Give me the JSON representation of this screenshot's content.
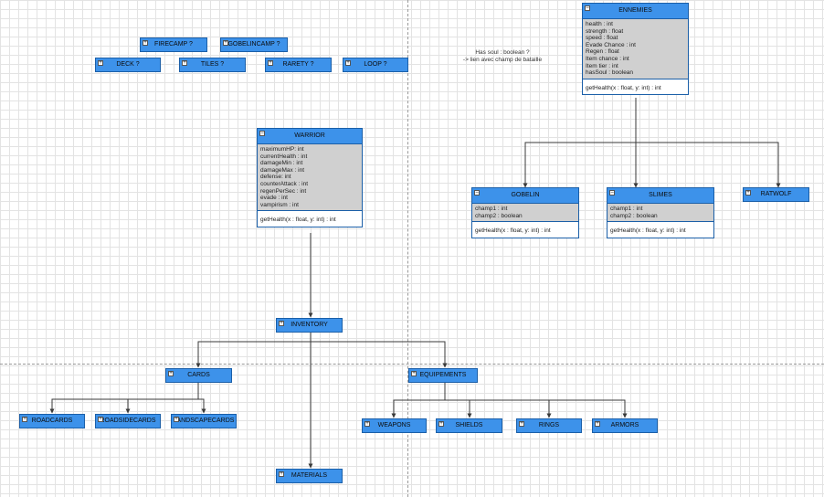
{
  "boxes": {
    "firecamp": "FIRECAMP ?",
    "gobelincamp": "GOBELINCAMP ?",
    "deck": "DECK ?",
    "tiles": "TILES ?",
    "rarety": "RARETY ?",
    "loop": "LOOP ?",
    "inventory": "INVENTORY",
    "cards": "CARDS",
    "equipements": "EQUIPEMENTS",
    "roadcards": "ROADCARDS",
    "roadsidecards": "ROADSIDECARDS",
    "landscapecards": "LANDSCAPECARDS",
    "weapons": "WEAPONS",
    "shields": "SHIELDS",
    "rings": "RINGS",
    "armors": "ARMORS",
    "materials": "MATERIALS",
    "ratwolf": "RATWOLF"
  },
  "note": {
    "line1": "Has soul : boolean ?",
    "line2": "-> lien avec champ de bataille"
  },
  "warrior": {
    "title": "WARRIOR",
    "attributes": [
      "maximumHP: int",
      "currentHealth : int",
      "damageMin : int",
      "damageMax : int",
      "defense: int",
      "counterAttack : int",
      "regenPerSec : int",
      "evade : int",
      "vampirism : int"
    ],
    "operation": "getHealth(x : float, y: int) : int"
  },
  "ennemies": {
    "title": "ENNEMIES",
    "attributes": [
      "health : int",
      "strength : float",
      "speed : float",
      "Evade Chance : int",
      "Regen : float",
      "Item chance : int",
      "Item tier : int",
      "hasSoul : boolean"
    ],
    "operation": "getHealth(x : float, y: int) : int"
  },
  "gobelin": {
    "title": "GOBELIN",
    "attributes": [
      "champ1 : int",
      "champ2 : boolean"
    ],
    "operation": "getHealth(x : float, y: int) : int"
  },
  "slimes": {
    "title": "SLIMES",
    "attributes": [
      "champ1 : int",
      "champ2 : boolean"
    ],
    "operation": "getHealth(x : float, y: int) : int"
  },
  "colors": {
    "box_fill": "#3d92ea",
    "box_border": "#1b5fa8",
    "attr_fill": "#d0d0d0",
    "connector": "#3a3a3a"
  }
}
